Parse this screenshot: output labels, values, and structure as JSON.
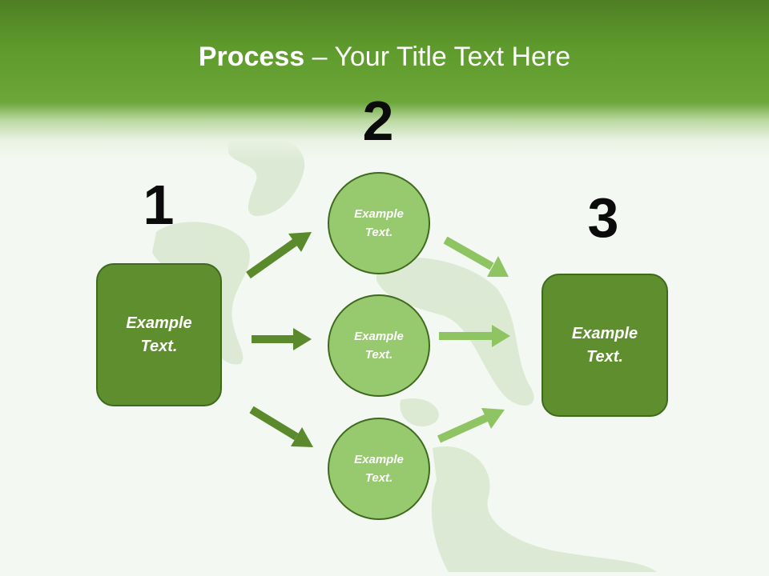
{
  "title": {
    "bold": "Process",
    "rest": " – Your Title Text Here"
  },
  "colors": {
    "header": "#5e9a2c",
    "box_fill": "#5f8e2f",
    "circle_fill": "#97c96e",
    "outline": "#3f6a1e",
    "arrow_dark": "#5a8a2c",
    "arrow_light": "#8fc463"
  },
  "steps": [
    {
      "number": "1",
      "text": "Example\nText."
    },
    {
      "number": "2",
      "items": [
        "Example\nText.",
        "Example\nText.",
        "Example\nText."
      ]
    },
    {
      "number": "3",
      "text": "Example\nText."
    }
  ]
}
